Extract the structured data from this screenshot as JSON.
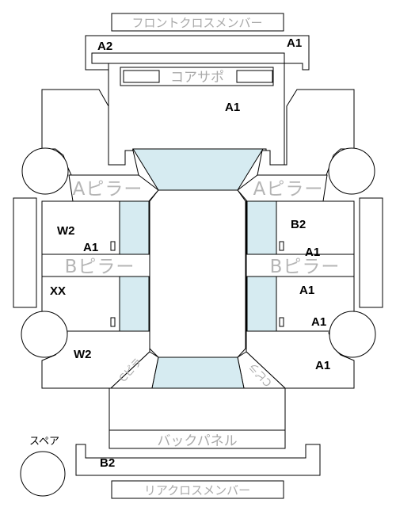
{
  "colors": {
    "glass": "#d6ebf1",
    "outline": "#000000",
    "label_gray": "#a9a9a9"
  },
  "labels": {
    "front_cross_member": "フロントクロスメンバー",
    "core_support": "コアサポ",
    "a_pillar_left": "Aピラー",
    "a_pillar_right": "Aピラー",
    "b_pillar_left": "Bピラー",
    "b_pillar_right": "Bピラー",
    "c_pillar_left": "Cピラ",
    "c_pillar_right": "Cピラ",
    "back_panel": "バックパネル",
    "spare": "スペア",
    "rear_cross_member": "リアクロスメンバー"
  },
  "codes": {
    "front_cross_member_left": "A2",
    "front_cross_member_right": "A1",
    "core_support": "A1",
    "left_front_door": "W2",
    "left_b_pillar_top": "A1",
    "left_rear_door": "XX",
    "left_rear_quarter": "W2",
    "right_front_door": "B2",
    "right_b_pillar_top": "A1",
    "right_rear_door": "A1",
    "right_rear_wheel": "A1",
    "right_rear_quarter": "A1",
    "rear_cross_member": "B2"
  }
}
